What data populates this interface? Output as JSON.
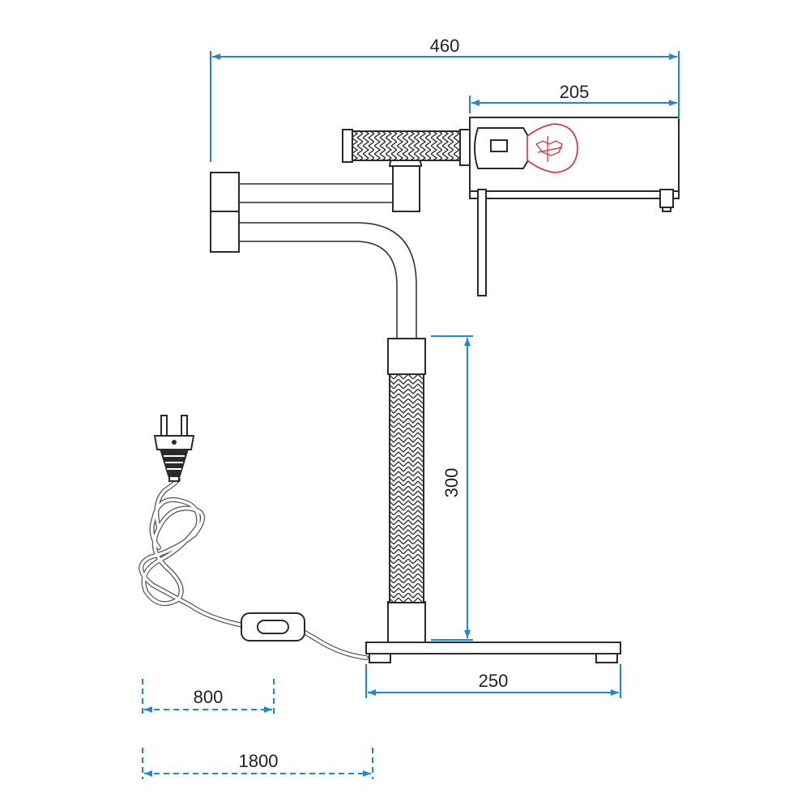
{
  "dimensions": {
    "overall_width": "460",
    "shade_length": "205",
    "stem_height": "300",
    "base_width": "250",
    "cord_to_switch": "800",
    "cord_total": "1800"
  },
  "colors": {
    "dimension_line": "#1e88d8",
    "outline": "#2a2a2a",
    "bulb_filament": "#e0202a"
  },
  "icons": {
    "plug": "plug-icon",
    "switch": "inline-switch-icon",
    "bulb": "bulb-icon"
  }
}
